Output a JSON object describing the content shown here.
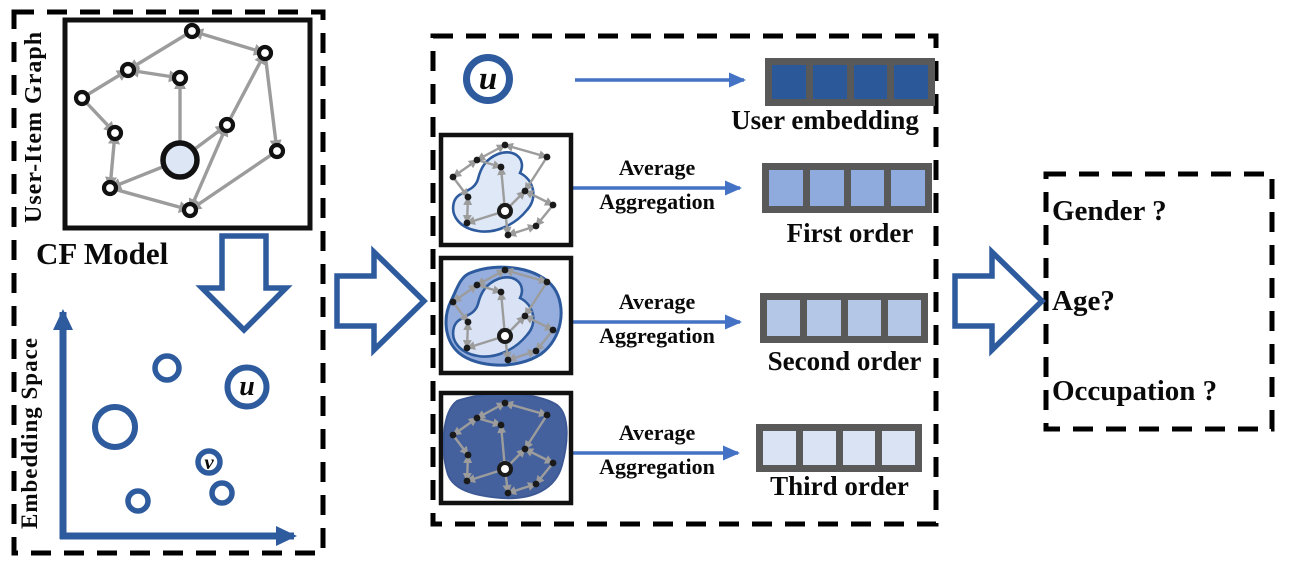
{
  "figure": {
    "left_panel": {
      "graph_title": "User-Item Graph",
      "model_label": "CF Model",
      "space_label": "Embedding Space",
      "node_u": "u",
      "node_v": "v"
    },
    "middle_panel": {
      "user_node": "u",
      "user_embedding_label": "User embedding",
      "user_cell_color": "#2B5899",
      "cells_per_vector": 4,
      "rows": [
        {
          "agg_line1": "Average",
          "agg_line2": "Aggregation",
          "order_label": "First order",
          "cell_color": "#8FAADC"
        },
        {
          "agg_line1": "Average",
          "agg_line2": "Aggregation",
          "order_label": "Second order",
          "cell_color": "#B4C7E7"
        },
        {
          "agg_line1": "Average",
          "agg_line2": "Aggregation",
          "order_label": "Third order",
          "cell_color": "#DAE3F3"
        }
      ]
    },
    "right_panel": {
      "questions": [
        "Gender ?",
        "Age?",
        "Occupation ?"
      ]
    },
    "colors": {
      "primary_blue": "#2E5B9E",
      "thin_arrow_blue": "#4472C4",
      "vector_frame_gray": "#595959",
      "edge_gray": "#9C9C9C",
      "hop1_fill": "#DCE6F5",
      "hop2_fill": "#8FAADC",
      "hop3_fill": "#44619D"
    }
  }
}
